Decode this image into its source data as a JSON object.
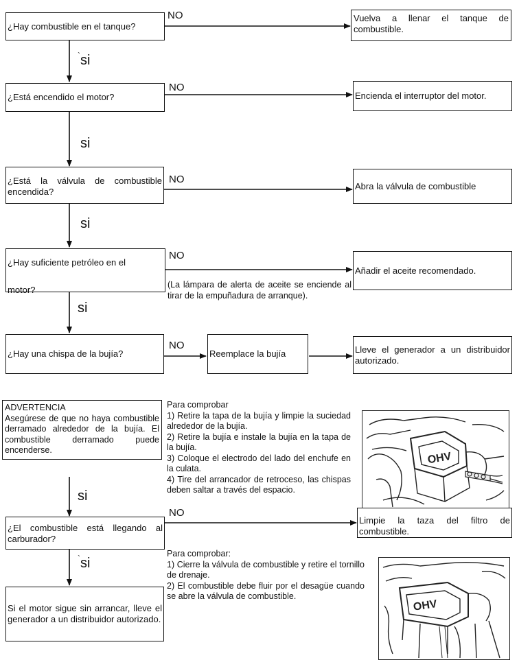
{
  "step1": {
    "question": "¿Hay combustible en el tanque?",
    "no_label": "NO",
    "action": "Vuelva a llenar el tanque de combustible.",
    "yes_label": "si",
    "yes_mark": "`"
  },
  "step2": {
    "question": "¿Está encendido el motor?",
    "no_label": "NO",
    "action": "Encienda el interruptor del motor.",
    "yes_label": "si"
  },
  "step3": {
    "question": "¿Está la válvula de combustible encendida?",
    "no_label": "NO",
    "action": "Abra la válvula de combustible",
    "yes_label": "si"
  },
  "step4": {
    "question_line1": "¿Hay suficiente petróleo en el",
    "question_line2": "motor?",
    "no_label": "NO",
    "action": "Añadir el aceite recomendado.",
    "note": "(La lámpara de alerta de aceite se enciende al tirar de la empuñadura de arranque).",
    "yes_label": "si"
  },
  "step5": {
    "question": "¿Hay una chispa de la bujía?",
    "no_label": "NO",
    "intermediate": "Reemplace la bujía",
    "action": "Lleve el generador a un distribuidor autorizado."
  },
  "warning": {
    "title": "ADVERTENCIA",
    "text": "Asegúrese de que no haya combustible derramado alrededor de la bujía. El combustible derramado puede encenderse."
  },
  "check1": {
    "heading": "Para comprobar",
    "steps": [
      "1) Retire la tapa de la bujía y limpie la suciedad alrededor de la bujía.",
      "2) Retire la bujía e instale la bujía en la tapa de la bujía.",
      "3) Coloque el electrodo del lado del enchufe en la culata.",
      "4) Tire del arrancador de retroceso, las chispas deben saltar a través del espacio."
    ],
    "yes_label": "si"
  },
  "step6": {
    "question": "¿El combustible está llegando al carburador?",
    "no_label": "NO",
    "action": "Limpie la taza del filtro de combustible.",
    "yes_label": "si",
    "yes_mark": "`"
  },
  "check2": {
    "heading": "Para comprobar:",
    "steps": [
      "1) Cierre la válvula de combustible y retire el tornillo de drenaje.",
      "2) El combustible debe fluir por el desagüe cuando se abre la válvula de combustible."
    ]
  },
  "final": {
    "text": "Si el motor sigue sin arrancar, lleve el generador a un distribuidor autorizado."
  },
  "illustration_text": "OHV"
}
